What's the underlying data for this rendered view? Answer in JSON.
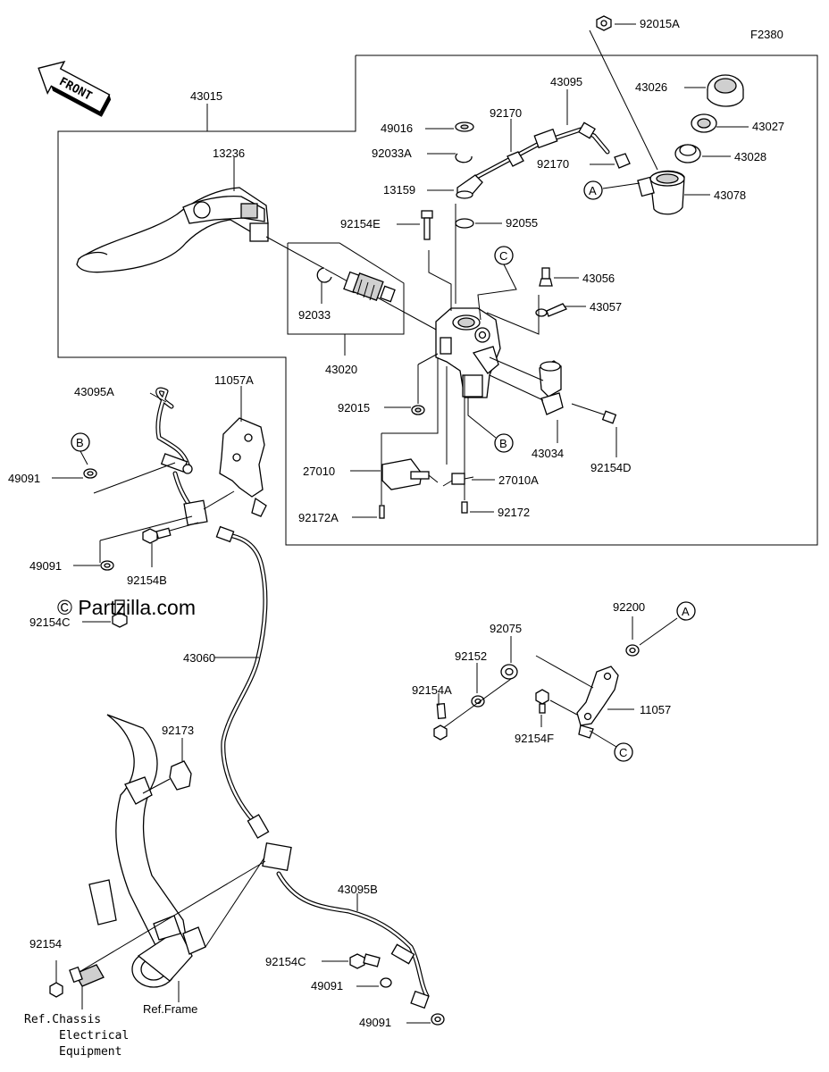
{
  "figure_code": "F2380",
  "front_label": "FRONT",
  "watermark": "© Partzilla.com",
  "callout_letters": {
    "a": "A",
    "b": "B",
    "c": "C"
  },
  "parts": {
    "p43015": "43015",
    "p13236": "13236",
    "p92015A": "92015A",
    "p43095": "43095",
    "p43026": "43026",
    "p49016": "49016",
    "p92170a": "92170",
    "p43027": "43027",
    "p92033A": "92033A",
    "p92170b": "92170",
    "p43028": "43028",
    "p13159": "13159",
    "p43078": "43078",
    "p92154E": "92154E",
    "p92055": "92055",
    "p43056": "43056",
    "p43057": "43057",
    "p92033": "92033",
    "p43020": "43020",
    "p92015": "92015",
    "p43034": "43034",
    "p92154D": "92154D",
    "p27010": "27010",
    "p27010A": "27010A",
    "p92172A": "92172A",
    "p92172": "92172",
    "p43095A": "43095A",
    "p11057A": "11057A",
    "p49091a": "49091",
    "p49091b": "49091",
    "p92154B": "92154B",
    "p92154Ca": "92154C",
    "p43060": "43060",
    "p92200": "92200",
    "p92075": "92075",
    "p92152": "92152",
    "p92154A": "92154A",
    "p11057": "11057",
    "p92154F": "92154F",
    "p92173": "92173",
    "p43095B": "43095B",
    "p92154": "92154",
    "p92154Cb": "92154C",
    "p49091c": "49091",
    "p49091d": "49091"
  },
  "refs": {
    "chassis_l1": "Ref.Chassis",
    "chassis_l2": "Electrical",
    "chassis_l3": "Equipment",
    "frame": "Ref.Frame"
  }
}
